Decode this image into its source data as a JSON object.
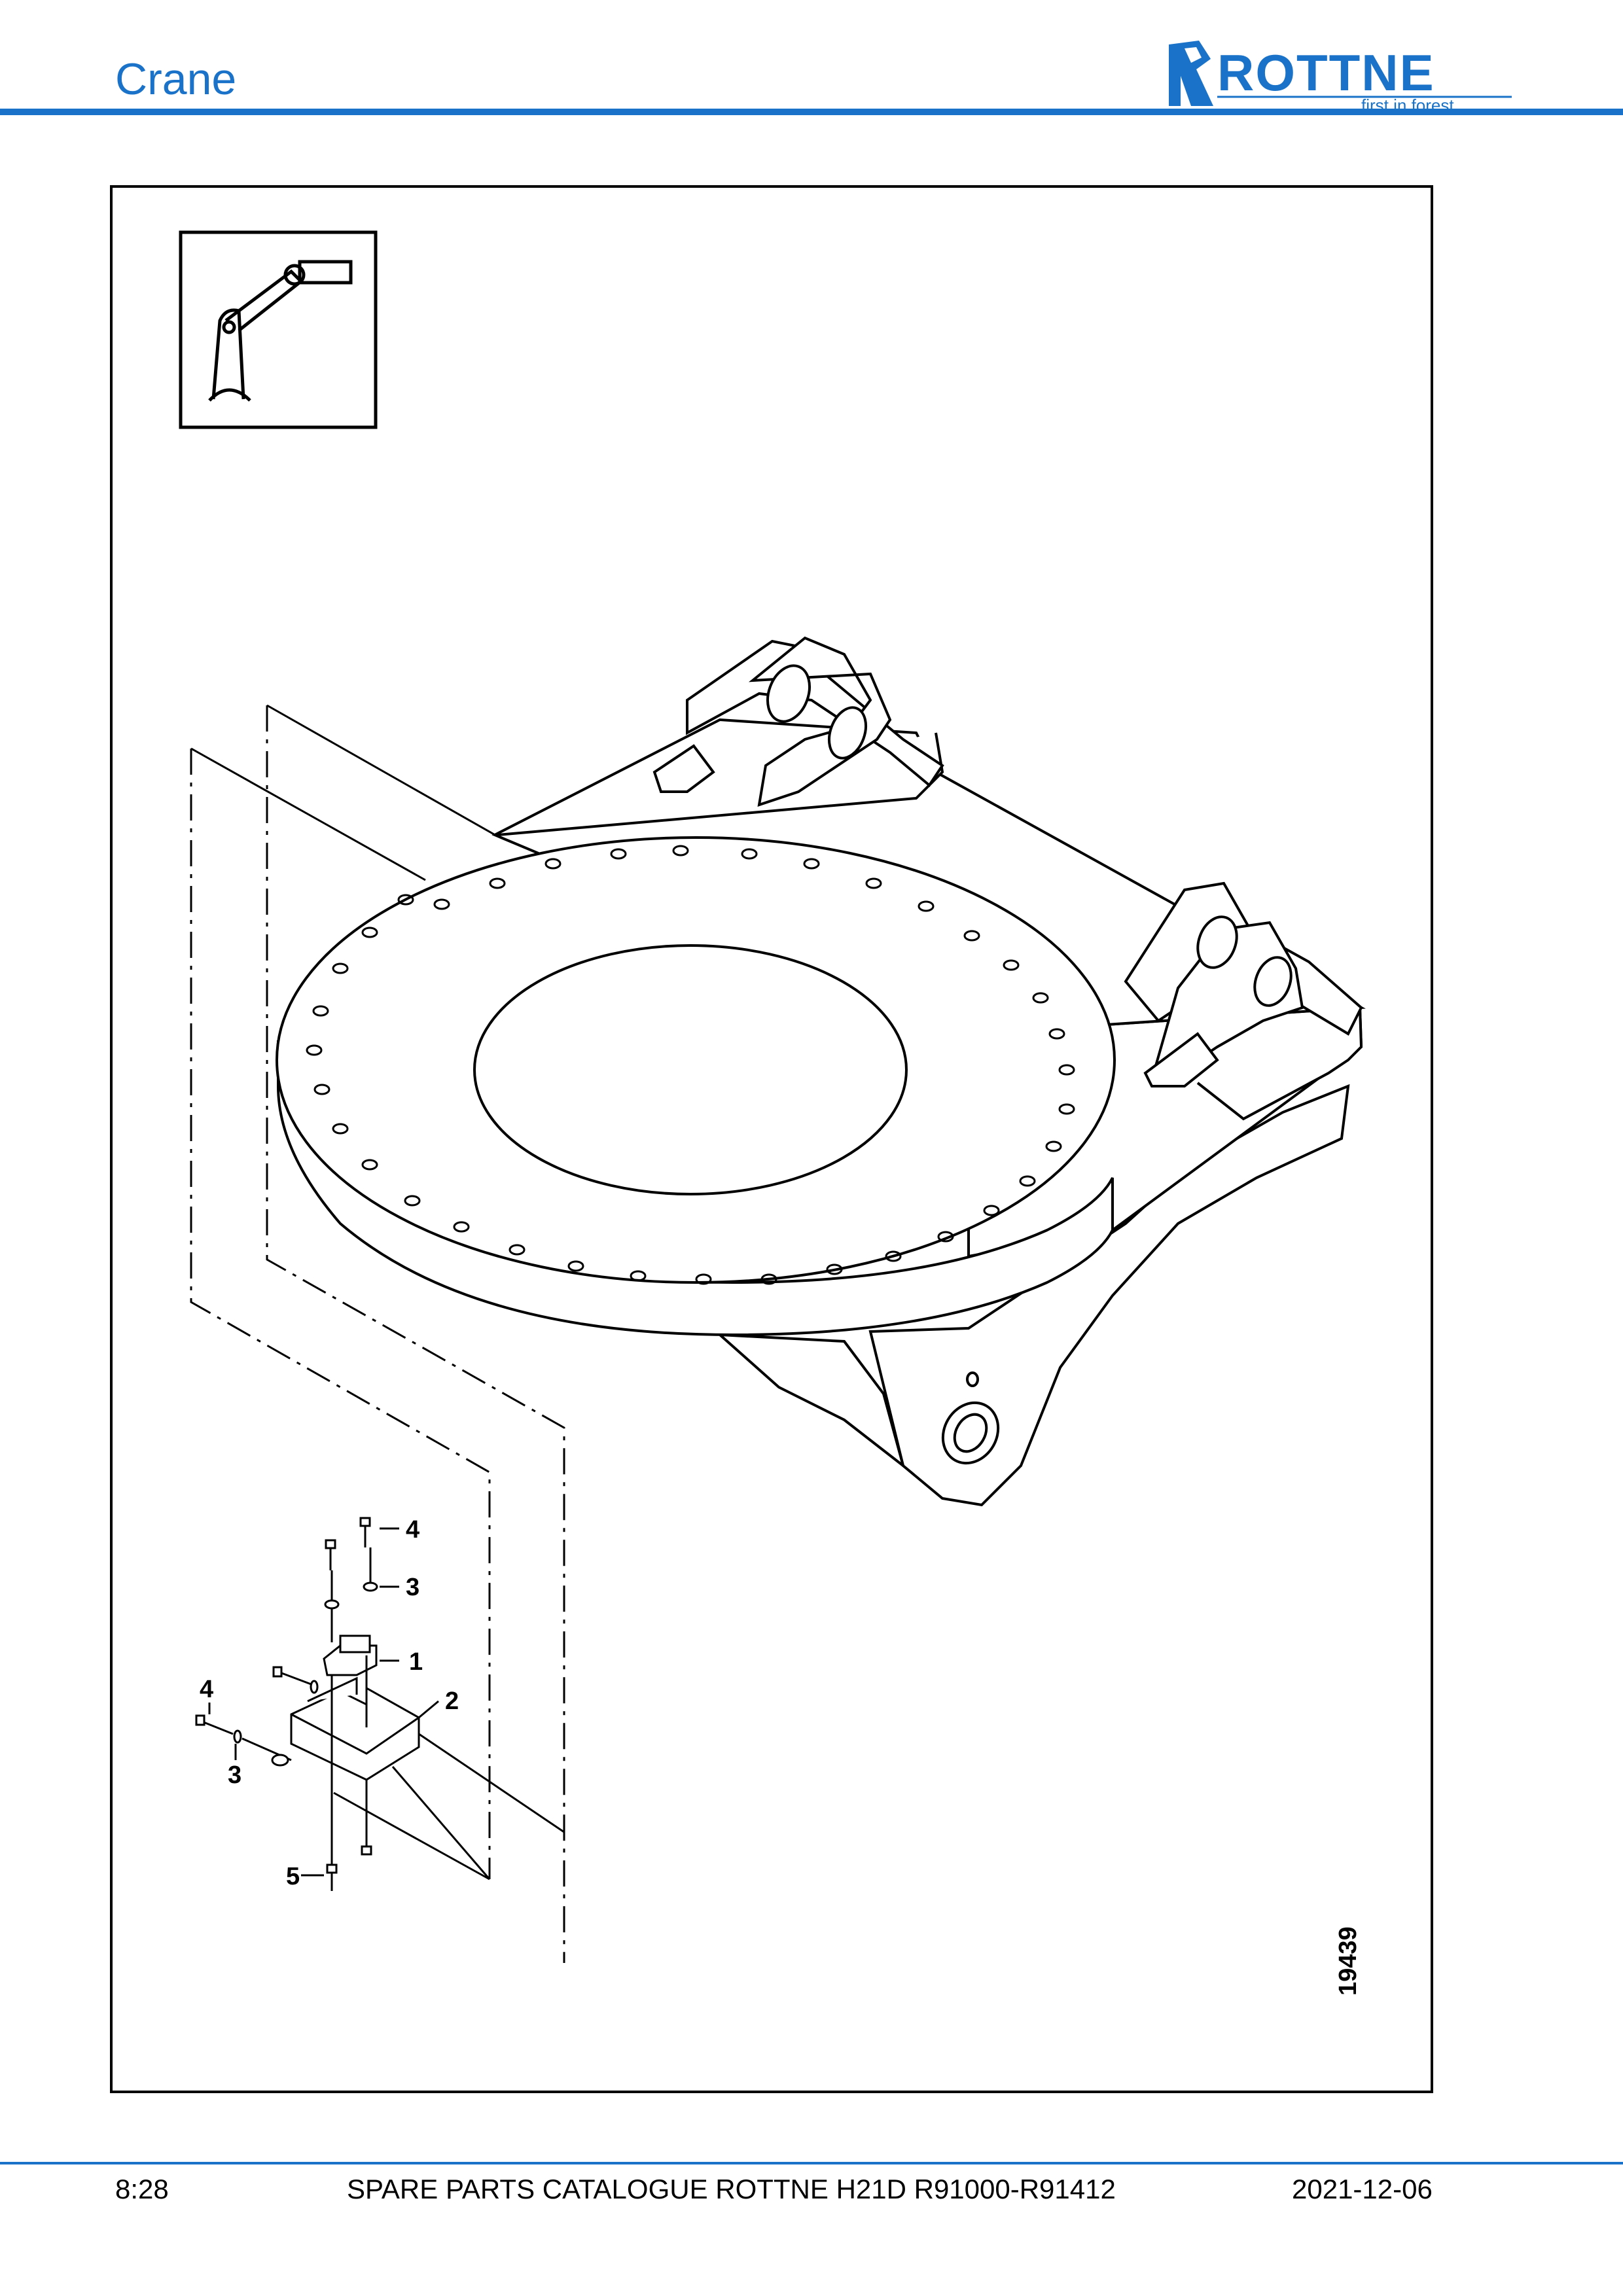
{
  "header": {
    "section_title": "Crane",
    "brand": {
      "name": "ROTTNE",
      "tagline": "first in forest",
      "color": "#1a73c9"
    }
  },
  "figure": {
    "icon": "crane-arm-icon",
    "drawing_number": "19439",
    "callouts": [
      "4",
      "3",
      "1",
      "2",
      "4",
      "3",
      "5"
    ]
  },
  "footer": {
    "page_number": "8:28",
    "catalogue_title": "SPARE PARTS CATALOGUE ROTTNE H21D R91000-R91412",
    "date": "2021-12-06"
  },
  "colors": {
    "accent": "#1a73c9",
    "line": "#000000"
  }
}
